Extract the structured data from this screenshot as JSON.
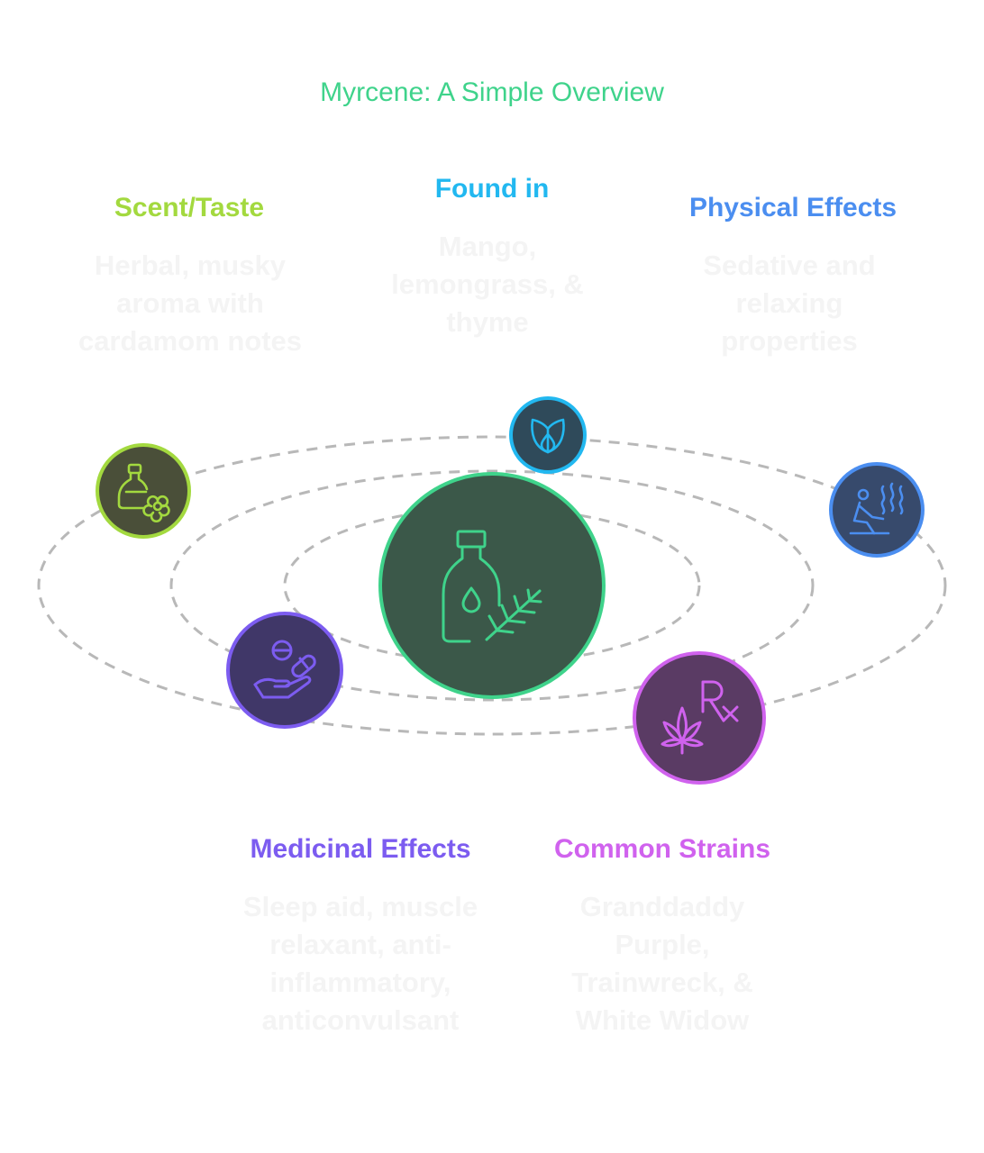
{
  "title": "Myrcene: A Simple Overview",
  "sections": {
    "scent_taste": {
      "heading": "Scent/Taste",
      "description": "Herbal, musky aroma with cardamom notes",
      "color": "#a3d93f",
      "icon": "perfume-flower-icon"
    },
    "found_in": {
      "heading": "Found in",
      "description": "Mango, lemongrass, & thyme",
      "color": "#22b8f0",
      "icon": "leaf-drop-icon"
    },
    "physical_effects": {
      "heading": "Physical Effects",
      "description": "Sedative and relaxing properties",
      "color": "#4b8ef0",
      "icon": "sauna-relax-icon"
    },
    "medicinal_effects": {
      "heading": "Medicinal Effects",
      "description": "Sleep aid, muscle relaxant, anti-inflammatory, anticonvulsant",
      "color": "#7c5cf0",
      "icon": "pills-hand-icon"
    },
    "common_strains": {
      "heading": "Common Strains",
      "description": "Granddaddy Purple, Trainwreck, & White Widow",
      "color": "#d062ee",
      "icon": "cannabis-rx-icon"
    }
  },
  "center": {
    "icon": "oil-bottle-herb-icon",
    "color": "#3fd38b"
  }
}
